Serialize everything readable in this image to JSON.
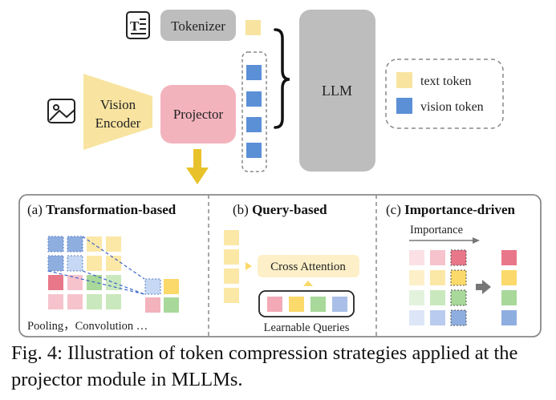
{
  "top": {
    "tokenizer_label": "Tokenizer",
    "vision_encoder_label": [
      "Vision",
      "Encoder"
    ],
    "projector_label": "Projector",
    "llm_label": "LLM",
    "legend": {
      "text_token": "text token",
      "vision_token": "vision token"
    }
  },
  "panels": {
    "a": {
      "prefix": "(a) ",
      "title": "Transformation-based",
      "caption": "Pooling，Convolution …"
    },
    "b": {
      "prefix": "(b) ",
      "title": "Query-based",
      "cross_attention": "Cross Attention",
      "queries_label": "Learnable Queries"
    },
    "c": {
      "prefix": "(c) ",
      "title": "Importance-driven",
      "importance_label": "Importance"
    }
  },
  "colors": {
    "text_token": "#f8e4a0",
    "vision_token": "#5b8fd6",
    "tokenizer_box": "#bdbdbd",
    "vision_encoder": "#f8e4a0",
    "projector": "#f3b3bd",
    "llm": "#bdbdbd",
    "arrow_down": "#e8c22a",
    "red": "#e8778a",
    "yellow": "#fbd96a",
    "green": "#a8d89a",
    "blue": "#8faee0"
  },
  "caption": "Fig. 4: Illustration of token compression strategies applied at the projector module in MLLMs."
}
